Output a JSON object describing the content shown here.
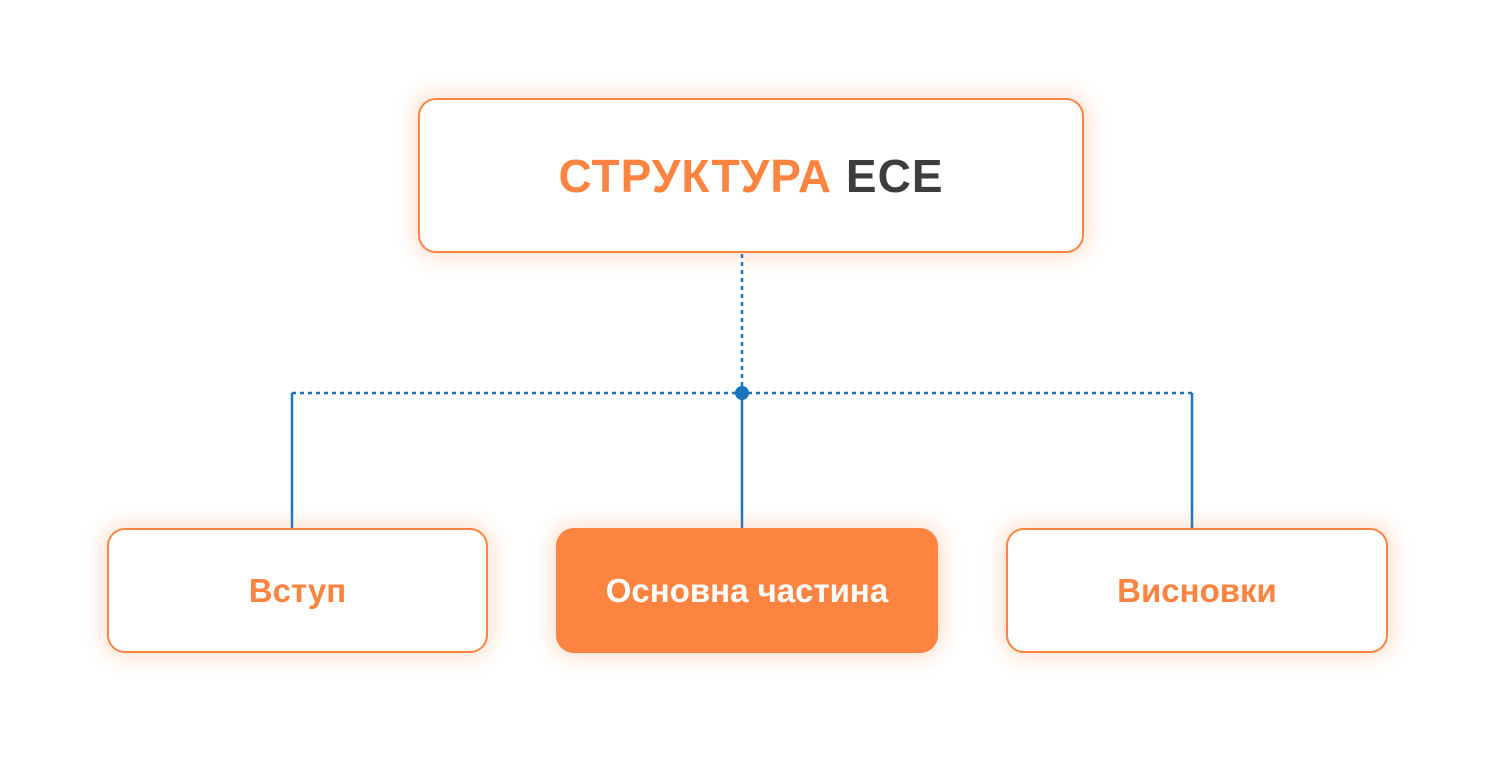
{
  "diagram": {
    "root": {
      "title_accent": "СТРУКТУРА",
      "title_rest": "ЕСЕ"
    },
    "children": [
      {
        "label": "Вступ"
      },
      {
        "label": "Основна частина"
      },
      {
        "label": "Висновки"
      }
    ],
    "colors": {
      "accent": "#fd8440",
      "dark_text": "#3d3d3d",
      "connector": "#1b75bc"
    }
  }
}
